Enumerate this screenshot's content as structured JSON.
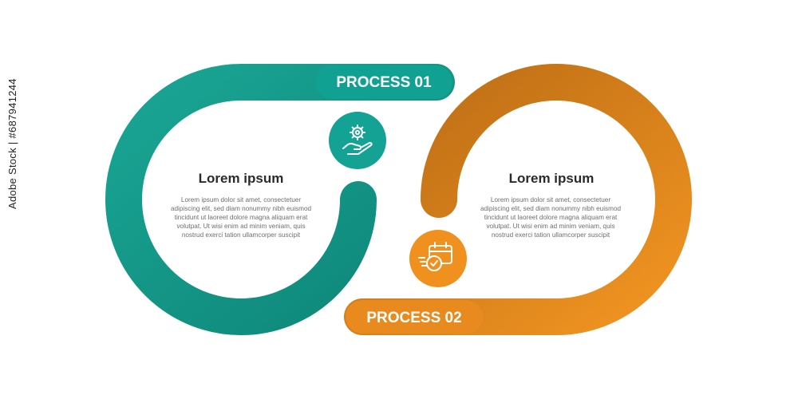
{
  "process_1": {
    "label": "PROCESS 01",
    "heading": "Lorem ipsum",
    "body": "Lorem ipsum dolor sit amet, consectetuer adipiscing elit, sed diam nonummy nibh euismod tincidunt ut laoreet dolore magna aliquam erat volutpat. Ut wisi enim ad minim veniam, quis nostrud exerci tation ullamcorper suscipit",
    "icon": "hand-gear-icon",
    "color": "#0f9d8f"
  },
  "process_2": {
    "label": "PROCESS 02",
    "heading": "Lorem ipsum",
    "body": "Lorem ipsum dolor sit amet, consectetuer adipiscing elit, sed diam nonummy nibh euismod tincidunt ut laoreet dolore magna aliquam erat volutpat. Ut wisi enim ad minim veniam, quis nostrud exerci tation ullamcorper suscipit",
    "icon": "calendar-clock-check-icon",
    "color": "#ee8c1f"
  },
  "watermark": "Adobe Stock | #687941244"
}
